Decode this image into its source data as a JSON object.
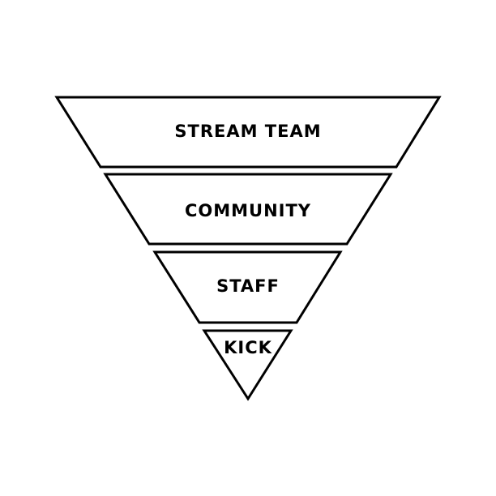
{
  "diagram": {
    "type": "inverted-pyramid",
    "tiers": [
      {
        "label": "STREAM TEAM"
      },
      {
        "label": "COMMUNITY"
      },
      {
        "label": "STAFF"
      },
      {
        "label": "KICK"
      }
    ],
    "colors": {
      "fill": "#ffffff",
      "stroke": "#000000",
      "text": "#000000"
    }
  }
}
